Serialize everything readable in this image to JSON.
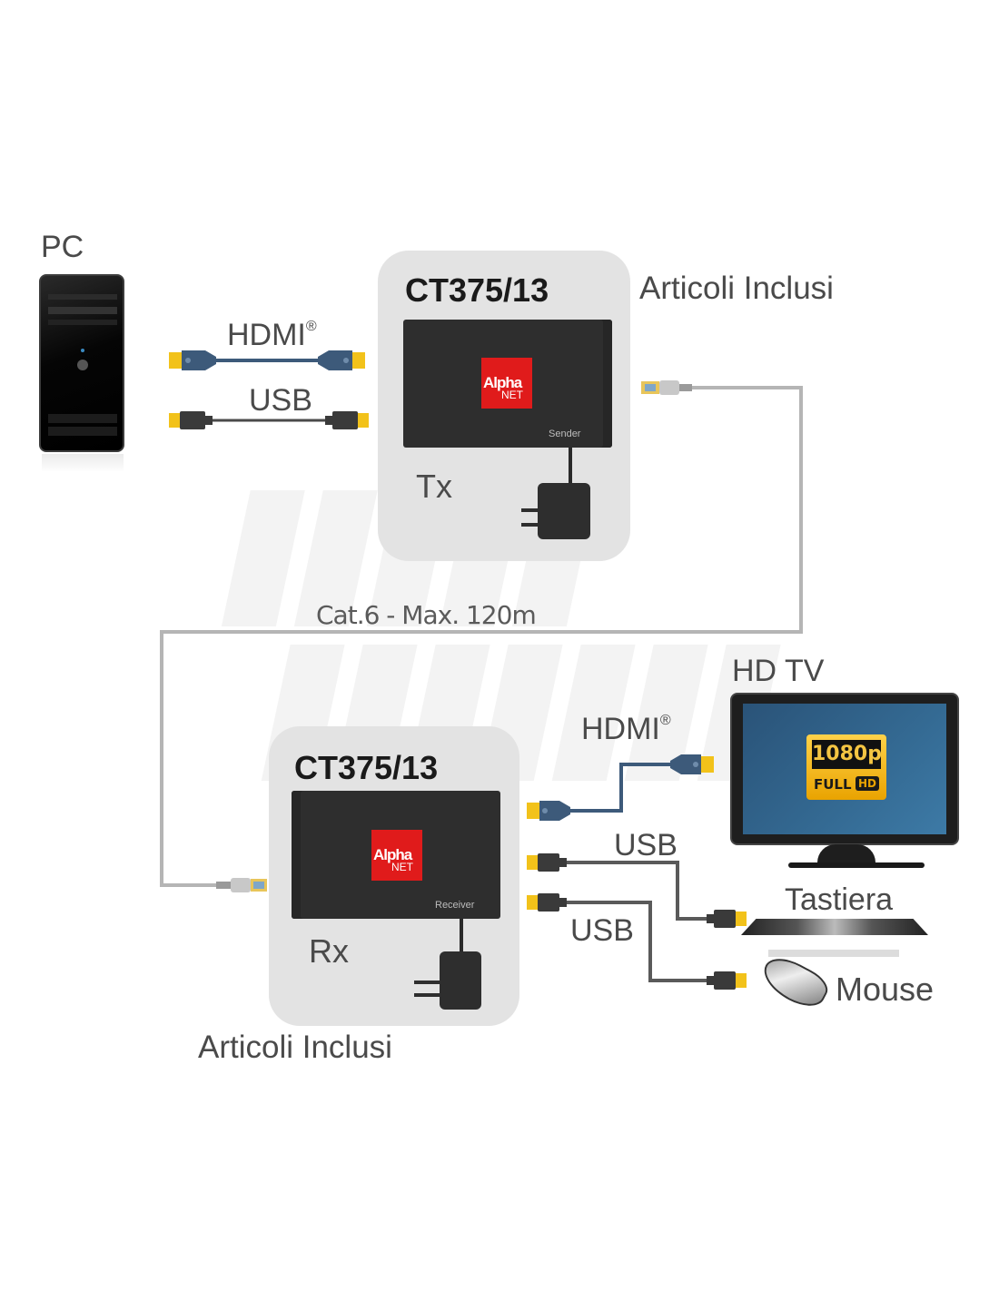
{
  "diagram": {
    "title": "CT375/13 HDMI + USB KVM extender connection diagram",
    "pc": {
      "label": "PC"
    },
    "cables_tx": {
      "hdmi_label": "HDMI",
      "hdmi_mark": "®",
      "usb_label": "USB"
    },
    "transmitter": {
      "model": "CT375/13",
      "role": "Tx",
      "device_tag": "Sender",
      "logo_line1": "Alpha",
      "logo_line2": "NET",
      "included_label": "Articoli Inclusi"
    },
    "link": {
      "label": "Cat.6 - Max. 120m"
    },
    "receiver": {
      "model": "CT375/13",
      "role": "Rx",
      "device_tag": "Receiver",
      "logo_line1": "Alpha",
      "logo_line2": "NET",
      "included_label": "Articoli Inclusi"
    },
    "cables_rx": {
      "hdmi_label": "HDMI",
      "hdmi_mark": "®",
      "usb1_label": "USB",
      "usb2_label": "USB"
    },
    "tv": {
      "label": "HD TV",
      "badge_top": "1080p",
      "badge_bottom": "FULL",
      "badge_hd": "HD"
    },
    "keyboard": {
      "label": "Tastiera"
    },
    "mouse": {
      "label": "Mouse"
    },
    "colors": {
      "panel": "#e3e3e3",
      "device": "#2e2e2e",
      "logo_red": "#e01b1b",
      "hdmi_cable": "#3d5a7a",
      "usb_cable": "#4a4a4a",
      "connector_gold": "#f2c21a",
      "cat6_line": "#b5b5b5",
      "tv_screen": "#2f5f85",
      "badge_gold": "#f4b400"
    }
  }
}
